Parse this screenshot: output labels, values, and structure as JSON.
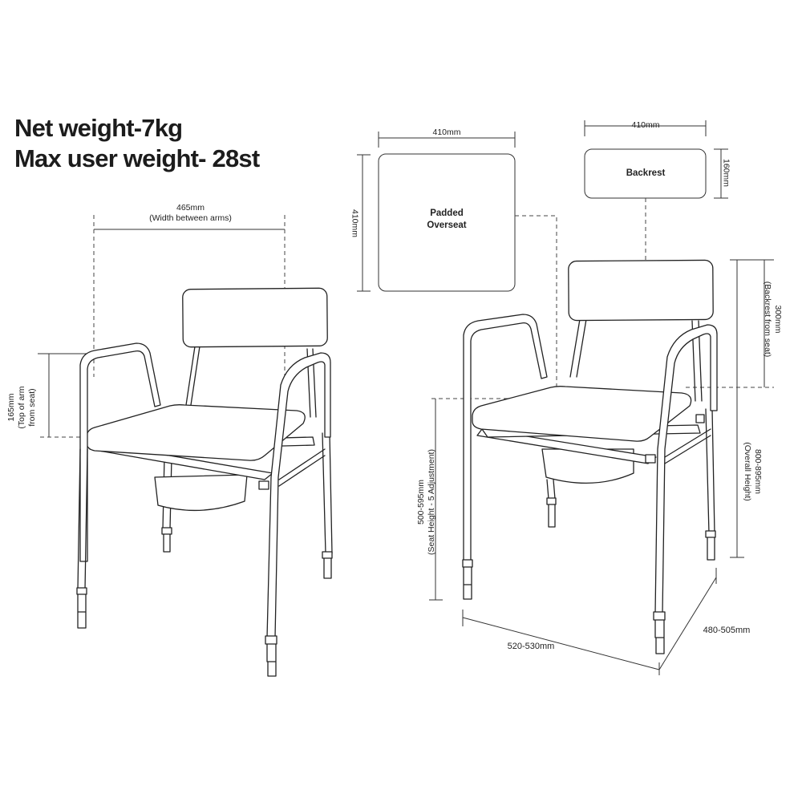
{
  "header": {
    "net_weight": "Net weight-7kg",
    "max_user_weight": "Max user weight- 28st"
  },
  "left_chair": {
    "width_between_arms": {
      "value": "465mm",
      "caption": "(Width between arms)"
    },
    "arm_height": {
      "value": "165mm",
      "caption_line1": "(Top of arm",
      "caption_line2": "from seat)"
    }
  },
  "overseat_panel": {
    "label_line1": "Padded",
    "label_line2": "Overseat",
    "width": "410mm",
    "depth": "410mm"
  },
  "backrest_panel": {
    "label": "Backrest",
    "width": "410mm",
    "height": "160mm"
  },
  "right_chair": {
    "backrest_from_seat": {
      "value": "300mm",
      "caption": "(Backrest from seat)"
    },
    "overall_height": {
      "value": "800-895mm",
      "caption": "(Overall Height)"
    },
    "seat_height": {
      "value": "500-595mm",
      "caption": "(Seat Height - 5 Adjustment)"
    },
    "overall_width": "520-530mm",
    "overall_depth": "480-505mm"
  },
  "colors": {
    "line": "#222222",
    "text": "#1c1c1c",
    "background": "#ffffff"
  }
}
